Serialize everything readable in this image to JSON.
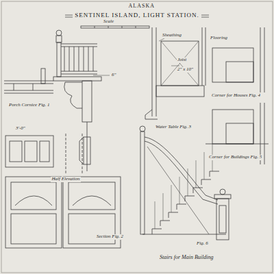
{
  "diagram": {
    "title": "SENTINEL ISLAND, LIGHT STATION.",
    "labels": [
      "ALASKA",
      "Porch Cornice Fig. 1",
      "Section Fig. 2",
      "Half Elevation",
      "Joist",
      "2\" x 10\"",
      "Water Table Fig. 3",
      "Corner for Houses Fig. 4",
      "Corner for Buildings Fig. 5",
      "Stairs for Main Building",
      "Fig. 6",
      "6\"",
      "Scale",
      "Sheathing",
      "Flooring",
      "3'-0\""
    ]
  }
}
